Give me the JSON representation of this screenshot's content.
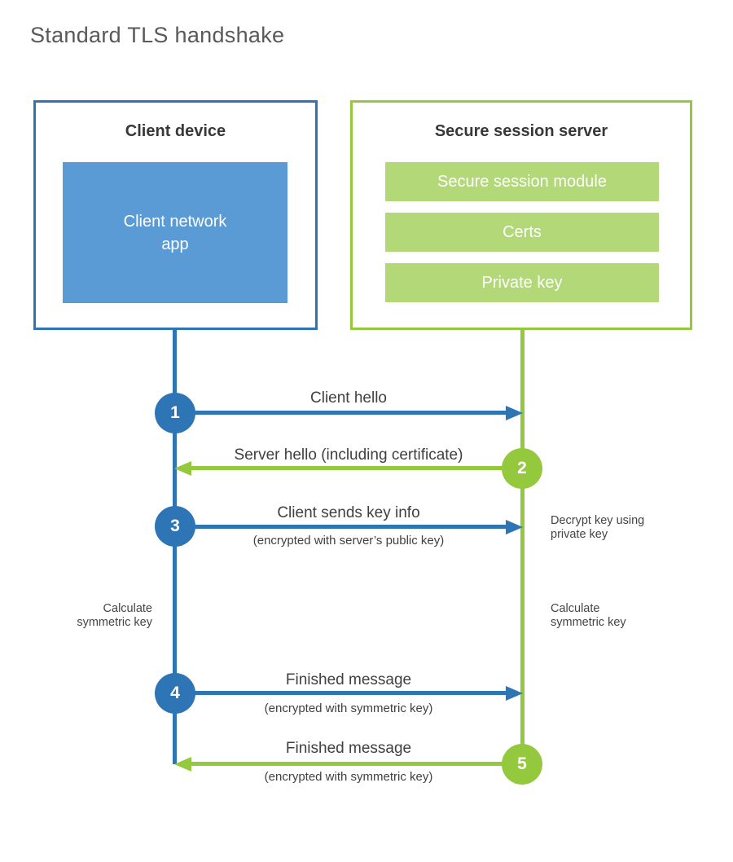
{
  "title": "Standard TLS handshake",
  "colors": {
    "blue": "#2E75B6",
    "blue_light": "#5B9BD5",
    "green": "#94C83D",
    "green_light": "#B2D878",
    "text_dark": "#404040",
    "title_gray": "#595959"
  },
  "client": {
    "title": "Client device",
    "module": "Client network\napp"
  },
  "server": {
    "title": "Secure session server",
    "modules": [
      "Secure session module",
      "Certs",
      "Private key"
    ]
  },
  "steps": [
    {
      "num": "1",
      "label": "Client hello",
      "sub": "",
      "direction": "right",
      "actor": "client"
    },
    {
      "num": "2",
      "label": "Server hello (including certificate)",
      "sub": "",
      "direction": "left",
      "actor": "server"
    },
    {
      "num": "3",
      "label": "Client sends key info",
      "sub": "(encrypted with server’s public key)",
      "direction": "right",
      "actor": "client"
    },
    {
      "num": "4",
      "label": "Finished message",
      "sub": "(encrypted with symmetric key)",
      "direction": "right",
      "actor": "client"
    },
    {
      "num": "5",
      "label": "Finished message",
      "sub": "(encrypted with symmetric key)",
      "direction": "left",
      "actor": "server"
    }
  ],
  "notes": {
    "decrypt": "Decrypt key using\nprivate key",
    "calc_left": "Calculate\nsymmetric key",
    "calc_right": "Calculate\nsymmetric key"
  }
}
